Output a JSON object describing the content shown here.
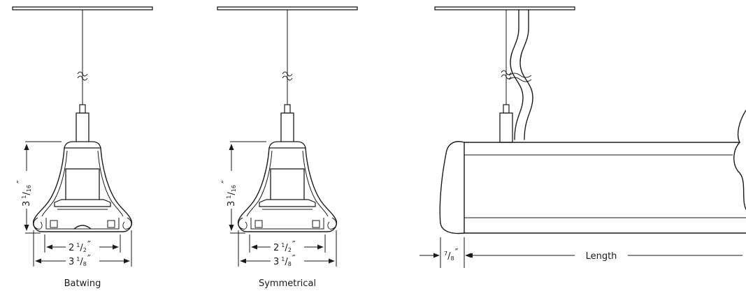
{
  "views": {
    "batwing": {
      "caption": "Batwing",
      "height_whole": "3",
      "height_num": "1",
      "height_den": "16",
      "inner_whole": "2",
      "inner_num": "1",
      "inner_den": "2",
      "outer_whole": "3",
      "outer_num": "1",
      "outer_den": "8",
      "inch": "″"
    },
    "symmetrical": {
      "caption": "Symmetrical",
      "height_whole": "3",
      "height_num": "1",
      "height_den": "16",
      "inner_whole": "2",
      "inner_num": "1",
      "inner_den": "2",
      "outer_whole": "3",
      "outer_num": "1",
      "outer_den": "8",
      "inch": "″"
    },
    "side": {
      "end_num": "7",
      "end_den": "8",
      "inch": "″",
      "length_label": "Length"
    }
  },
  "colors": {
    "line": "#1a1a1a",
    "background": "#ffffff"
  }
}
